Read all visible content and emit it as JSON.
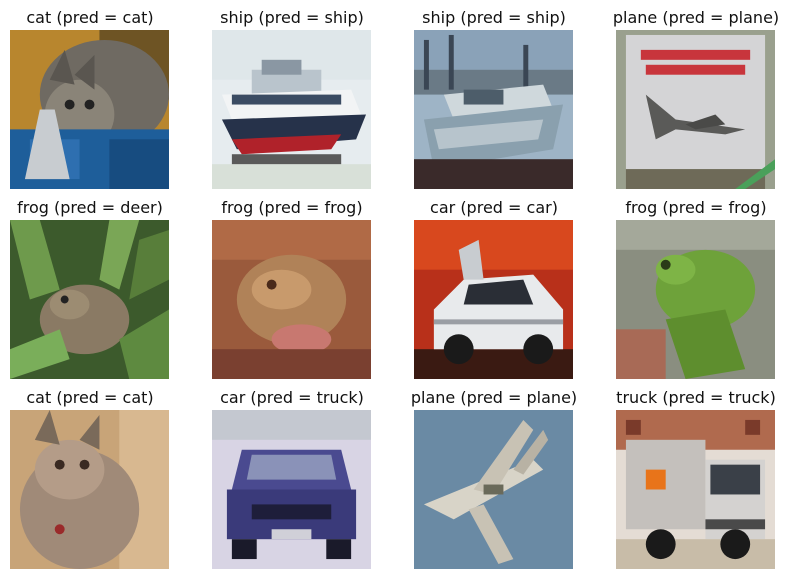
{
  "figure": {
    "panels": [
      {
        "label": "cat",
        "pred": "cat",
        "title": "cat (pred = cat)",
        "subject": "cat-photo"
      },
      {
        "label": "ship",
        "pred": "ship",
        "title": "ship (pred = ship)",
        "subject": "ship-photo"
      },
      {
        "label": "ship",
        "pred": "ship",
        "title": "ship (pred = ship)",
        "subject": "ship-photo"
      },
      {
        "label": "plane",
        "pred": "plane",
        "title": "plane (pred = plane)",
        "subject": "plane-photo"
      },
      {
        "label": "frog",
        "pred": "deer",
        "title": "frog (pred = deer)",
        "subject": "frog-photo"
      },
      {
        "label": "frog",
        "pred": "frog",
        "title": "frog (pred = frog)",
        "subject": "frog-photo"
      },
      {
        "label": "car",
        "pred": "car",
        "title": "car (pred = car)",
        "subject": "car-photo"
      },
      {
        "label": "frog",
        "pred": "frog",
        "title": "frog (pred = frog)",
        "subject": "frog-photo"
      },
      {
        "label": "cat",
        "pred": "cat",
        "title": "cat (pred = cat)",
        "subject": "cat-photo"
      },
      {
        "label": "car",
        "pred": "truck",
        "title": "car (pred = truck)",
        "subject": "car-photo"
      },
      {
        "label": "plane",
        "pred": "plane",
        "title": "plane (pred = plane)",
        "subject": "plane-photo"
      },
      {
        "label": "truck",
        "pred": "truck",
        "title": "truck (pred = truck)",
        "subject": "truck-photo"
      }
    ]
  }
}
